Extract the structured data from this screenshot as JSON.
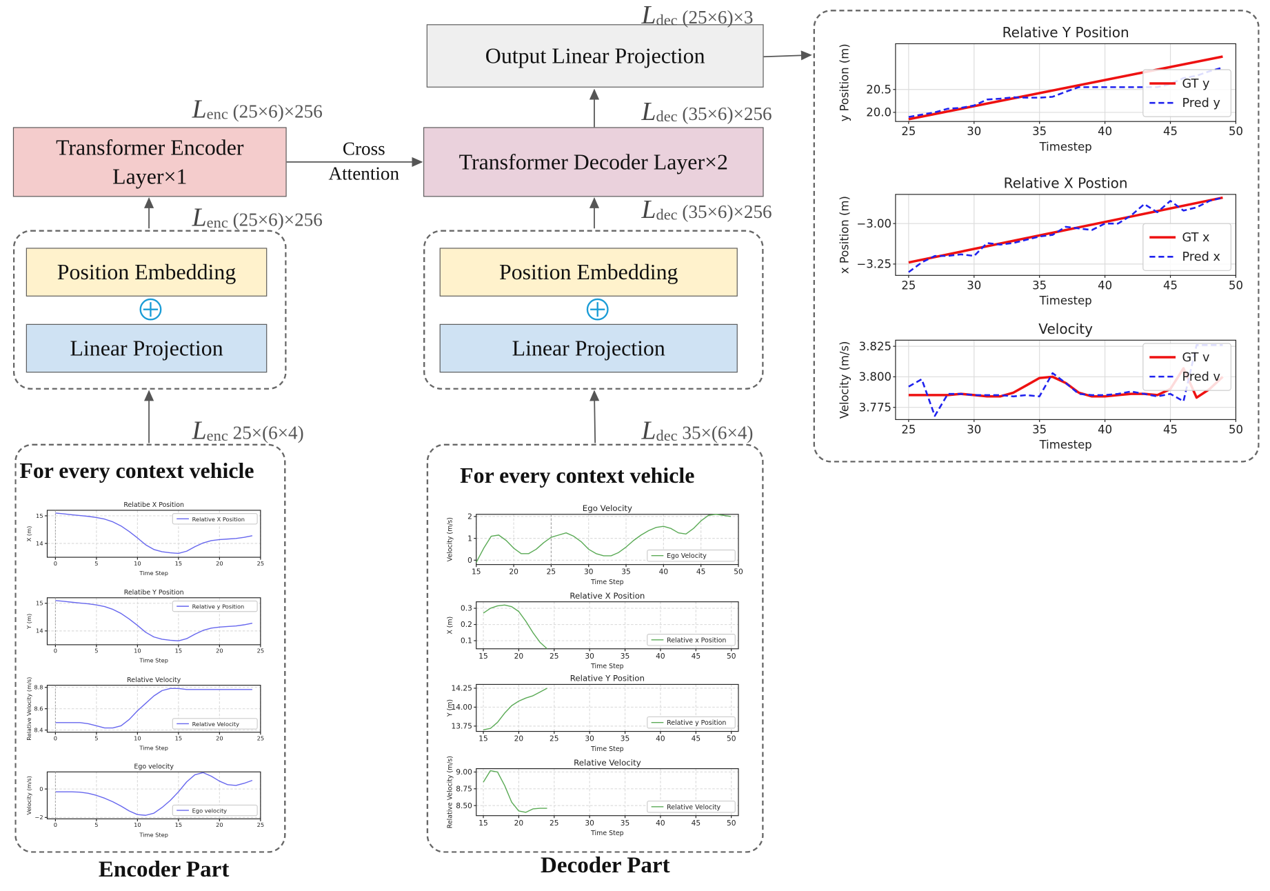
{
  "encoder": {
    "layer_label": "Transformer Encoder Layer×1",
    "position_embedding": "Position Embedding",
    "linear_projection": "Linear Projection",
    "dim_out": "(25×6)×256",
    "dim_in": "(25×6)×256",
    "dim_input": "25×(6×4)",
    "context_heading": "For  every context vehicle",
    "caption": "Encoder Part"
  },
  "decoder": {
    "layer_label": "Transformer Decoder Layer×2",
    "position_embedding": "Position Embedding",
    "linear_projection": "Linear Projection",
    "output_projection": "Output Linear Projection",
    "dim_output": "(25×6)×3",
    "dim_out": "(35×6)×256",
    "dim_in": "(35×6)×256",
    "dim_input": "35×(6×4)",
    "context_heading": "For  every context vehicle",
    "caption": "Decoder Part"
  },
  "cross_attention": "Cross Attention",
  "symbols": {
    "L": "L",
    "enc": "enc",
    "dec": "dec"
  },
  "colors": {
    "encoder_layer": "#f4cccc",
    "decoder_layer": "#ead1dc",
    "output_projection": "#efefef",
    "position_embedding": "#fff2cc",
    "linear_projection": "#cfe2f3",
    "plus": "#1a9cd6",
    "small_line_blue": "#6666ee",
    "small_line_green": "#5aaa55",
    "gt": "#ee1111",
    "pred": "#1f22ee"
  },
  "chart_data": [
    {
      "id": "enc1",
      "type": "line",
      "title": "Relatibe X Position",
      "xlabel": "Time Step",
      "ylabel": "X (m)",
      "xlim": [
        -1,
        25
      ],
      "ylim": [
        13.5,
        15.2
      ],
      "xticks": [
        0,
        5,
        10,
        15,
        20,
        25
      ],
      "yticks": [
        14,
        15
      ],
      "series": [
        {
          "name": "Relative X Position",
          "x": [
            0,
            1,
            2,
            3,
            4,
            5,
            6,
            7,
            8,
            9,
            10,
            11,
            12,
            13,
            14,
            15,
            16,
            17,
            18,
            19,
            20,
            21,
            22,
            23,
            24
          ],
          "y": [
            15.1,
            15.07,
            15.04,
            15.01,
            14.98,
            14.94,
            14.88,
            14.78,
            14.63,
            14.43,
            14.2,
            13.95,
            13.78,
            13.7,
            13.66,
            13.64,
            13.72,
            13.88,
            14.02,
            14.1,
            14.14,
            14.16,
            14.18,
            14.22,
            14.28
          ]
        }
      ],
      "legend": "top-right"
    },
    {
      "id": "enc2",
      "type": "line",
      "title": "Relatibe Y Position",
      "xlabel": "Time Step",
      "ylabel": "Y (m)",
      "xlim": [
        -1,
        25
      ],
      "ylim": [
        13.5,
        15.2
      ],
      "xticks": [
        0,
        5,
        10,
        15,
        20,
        25
      ],
      "yticks": [
        14,
        15
      ],
      "series": [
        {
          "name": "Relative y Position",
          "x": [
            0,
            1,
            2,
            3,
            4,
            5,
            6,
            7,
            8,
            9,
            10,
            11,
            12,
            13,
            14,
            15,
            16,
            17,
            18,
            19,
            20,
            21,
            22,
            23,
            24
          ],
          "y": [
            15.1,
            15.07,
            15.04,
            15.01,
            14.98,
            14.94,
            14.88,
            14.78,
            14.63,
            14.43,
            14.2,
            13.95,
            13.78,
            13.7,
            13.66,
            13.64,
            13.72,
            13.88,
            14.02,
            14.1,
            14.14,
            14.16,
            14.18,
            14.22,
            14.28
          ]
        }
      ],
      "legend": "top-right"
    },
    {
      "id": "enc3",
      "type": "line",
      "title": "Relative Velocity",
      "xlabel": "Time Step",
      "ylabel": "Relative Velocity (m/s)",
      "xlim": [
        -1,
        25
      ],
      "ylim": [
        8.38,
        8.82
      ],
      "xticks": [
        0,
        5,
        10,
        15,
        20,
        25
      ],
      "yticks": [
        8.4,
        8.6,
        8.8
      ],
      "series": [
        {
          "name": "Relative Velocity",
          "x": [
            0,
            1,
            2,
            3,
            4,
            5,
            6,
            7,
            8,
            9,
            10,
            11,
            12,
            13,
            14,
            15,
            16,
            17,
            18,
            19,
            20,
            21,
            22,
            23,
            24
          ],
          "y": [
            8.47,
            8.47,
            8.47,
            8.47,
            8.46,
            8.44,
            8.42,
            8.42,
            8.44,
            8.5,
            8.58,
            8.65,
            8.72,
            8.77,
            8.79,
            8.79,
            8.78,
            8.78,
            8.78,
            8.78,
            8.78,
            8.78,
            8.78,
            8.78,
            8.78
          ]
        }
      ],
      "legend": "bottom-right"
    },
    {
      "id": "enc4",
      "type": "line",
      "title": "Ego velocity",
      "xlabel": "Time Step",
      "ylabel": "Velocity (m/s)",
      "xlim": [
        -1,
        25
      ],
      "ylim": [
        -2.1,
        1.2
      ],
      "xticks": [
        0,
        5,
        10,
        15,
        20,
        25
      ],
      "yticks": [
        -2,
        0
      ],
      "series": [
        {
          "name": "Ego velocity",
          "x": [
            0,
            1,
            2,
            3,
            4,
            5,
            6,
            7,
            8,
            9,
            10,
            11,
            12,
            13,
            14,
            15,
            16,
            17,
            18,
            19,
            20,
            21,
            22,
            23,
            24
          ],
          "y": [
            -0.2,
            -0.2,
            -0.2,
            -0.22,
            -0.3,
            -0.45,
            -0.65,
            -0.9,
            -1.2,
            -1.55,
            -1.8,
            -1.85,
            -1.7,
            -1.3,
            -0.8,
            -0.2,
            0.5,
            1.0,
            1.15,
            0.9,
            0.55,
            0.3,
            0.25,
            0.4,
            0.6
          ]
        }
      ],
      "legend": "bottom-right"
    },
    {
      "id": "dec1",
      "type": "line",
      "title": "Ego Velocity",
      "xlabel": "Time Step",
      "ylabel": "Velocity (m/s)",
      "xlim": [
        15,
        50
      ],
      "ylim": [
        -0.2,
        2.1
      ],
      "xticks": [
        15,
        20,
        25,
        30,
        35,
        40,
        45,
        50
      ],
      "yticks": [
        0,
        1,
        2
      ],
      "series": [
        {
          "name": "Ego Velocity",
          "x": [
            15,
            16,
            17,
            18,
            19,
            20,
            21,
            22,
            23,
            24,
            25,
            26,
            27,
            28,
            29,
            30,
            31,
            32,
            33,
            34,
            35,
            36,
            37,
            38,
            39,
            40,
            41,
            42,
            43,
            44,
            45,
            46,
            47,
            48,
            49
          ],
          "y": [
            -0.1,
            0.55,
            1.1,
            1.15,
            0.9,
            0.55,
            0.3,
            0.3,
            0.5,
            0.8,
            1.05,
            1.15,
            1.25,
            1.1,
            0.85,
            0.5,
            0.3,
            0.2,
            0.2,
            0.35,
            0.6,
            0.9,
            1.15,
            1.35,
            1.5,
            1.55,
            1.45,
            1.25,
            1.2,
            1.45,
            1.8,
            2.05,
            2.1,
            2.05,
            2.0
          ]
        }
      ],
      "legend": "bottom-right"
    },
    {
      "id": "dec2",
      "type": "line",
      "title": "Relative X Position",
      "xlabel": "Time Step",
      "ylabel": "X (m)",
      "xlim": [
        14,
        51
      ],
      "ylim": [
        0.05,
        0.34
      ],
      "xticks": [
        15,
        20,
        25,
        30,
        35,
        40,
        45,
        50
      ],
      "yticks": [
        0.1,
        0.2,
        0.3
      ],
      "series": [
        {
          "name": "Relative x Position",
          "x": [
            15,
            16,
            17,
            18,
            19,
            20,
            21,
            22,
            23,
            24
          ],
          "y": [
            0.27,
            0.3,
            0.315,
            0.32,
            0.31,
            0.28,
            0.22,
            0.15,
            0.09,
            0.05
          ]
        }
      ],
      "legend": "bottom-right"
    },
    {
      "id": "dec3",
      "type": "line",
      "title": "Relative Y Position",
      "xlabel": "Time Step",
      "ylabel": "Y (m)",
      "xlim": [
        14,
        51
      ],
      "ylim": [
        13.68,
        14.3
      ],
      "xticks": [
        15,
        20,
        25,
        30,
        35,
        40,
        45,
        50
      ],
      "yticks": [
        13.75,
        14.0,
        14.25
      ],
      "series": [
        {
          "name": "Relative y Position",
          "x": [
            15,
            16,
            17,
            18,
            19,
            20,
            21,
            22,
            23,
            24
          ],
          "y": [
            13.7,
            13.72,
            13.8,
            13.92,
            14.02,
            14.08,
            14.12,
            14.15,
            14.2,
            14.25
          ]
        }
      ],
      "legend": "bottom-right"
    },
    {
      "id": "dec4",
      "type": "line",
      "title": "Relative Velocity",
      "xlabel": "Time Step",
      "ylabel": "Relative Velocity (m/s)",
      "xlim": [
        14,
        51
      ],
      "ylim": [
        8.35,
        9.05
      ],
      "xticks": [
        15,
        20,
        25,
        30,
        35,
        40,
        45,
        50
      ],
      "yticks": [
        8.5,
        8.75,
        9.0
      ],
      "series": [
        {
          "name": "Relative Velocity",
          "x": [
            15,
            16,
            17,
            18,
            19,
            20,
            21,
            22,
            23,
            24
          ],
          "y": [
            8.85,
            9.02,
            9.0,
            8.8,
            8.55,
            8.42,
            8.4,
            8.45,
            8.46,
            8.46
          ]
        }
      ],
      "legend": "bottom-right"
    },
    {
      "id": "big1",
      "type": "line",
      "title": "Relative Y Position",
      "xlabel": "Timestep",
      "ylabel": "y Position (m)",
      "xlim": [
        24,
        50
      ],
      "ylim": [
        19.8,
        21.5
      ],
      "xticks": [
        25,
        30,
        35,
        40,
        45,
        50
      ],
      "yticks": [
        20.0,
        20.5
      ],
      "series": [
        {
          "name": "GT y",
          "style": "solid",
          "x": [
            25,
            49
          ],
          "y": [
            19.85,
            21.22
          ]
        },
        {
          "name": "Pred y",
          "style": "dashed",
          "x": [
            25,
            26,
            27,
            28,
            29,
            30,
            31,
            32,
            33,
            34,
            35,
            36,
            37,
            38,
            39,
            40,
            41,
            42,
            43,
            44,
            45,
            46,
            47,
            48,
            49
          ],
          "y": [
            19.9,
            19.95,
            20.0,
            20.08,
            20.1,
            20.15,
            20.28,
            20.3,
            20.33,
            20.32,
            20.32,
            20.34,
            20.45,
            20.55,
            20.55,
            20.55,
            20.55,
            20.55,
            20.55,
            20.55,
            20.62,
            20.75,
            20.8,
            20.9,
            20.98
          ]
        }
      ],
      "legend": "lower-right"
    },
    {
      "id": "big2",
      "type": "line",
      "title": "Relative X Postion",
      "xlabel": "Timestep",
      "ylabel": "x Position (m)",
      "xlim": [
        24,
        50
      ],
      "ylim": [
        -3.32,
        -2.82
      ],
      "xticks": [
        25,
        30,
        35,
        40,
        45,
        50
      ],
      "yticks": [
        -3.0,
        -3.25
      ],
      "series": [
        {
          "name": "GT x",
          "style": "solid",
          "x": [
            25,
            49
          ],
          "y": [
            -3.24,
            -2.84
          ]
        },
        {
          "name": "Pred x",
          "style": "dashed",
          "x": [
            25,
            26,
            27,
            28,
            29,
            30,
            31,
            32,
            33,
            34,
            35,
            36,
            37,
            38,
            39,
            40,
            41,
            42,
            43,
            44,
            45,
            46,
            47,
            48,
            49
          ],
          "y": [
            -3.3,
            -3.24,
            -3.2,
            -3.2,
            -3.19,
            -3.2,
            -3.12,
            -3.13,
            -3.12,
            -3.1,
            -3.08,
            -3.07,
            -3.02,
            -3.03,
            -3.04,
            -3.0,
            -3.0,
            -2.95,
            -2.88,
            -2.93,
            -2.86,
            -2.92,
            -2.9,
            -2.86,
            -2.84
          ]
        }
      ],
      "legend": "lower-right"
    },
    {
      "id": "big3",
      "type": "line",
      "title": "Velocity",
      "xlabel": "Timestep",
      "ylabel": "Velocity (m/s)",
      "xlim": [
        24,
        50
      ],
      "ylim": [
        3.765,
        3.83
      ],
      "xticks": [
        25,
        30,
        35,
        40,
        45,
        50
      ],
      "yticks": [
        3.775,
        3.8,
        3.825
      ],
      "series": [
        {
          "name": "GT v",
          "style": "solid",
          "x": [
            25,
            26,
            27,
            28,
            29,
            30,
            31,
            32,
            33,
            34,
            35,
            36,
            37,
            38,
            39,
            40,
            41,
            42,
            43,
            44,
            45,
            46,
            47,
            48,
            49
          ],
          "y": [
            3.785,
            3.785,
            3.785,
            3.785,
            3.786,
            3.785,
            3.784,
            3.784,
            3.787,
            3.793,
            3.799,
            3.8,
            3.795,
            3.787,
            3.784,
            3.784,
            3.785,
            3.786,
            3.786,
            3.785,
            3.79,
            3.807,
            3.783,
            3.79,
            3.8
          ]
        },
        {
          "name": "Pred v",
          "style": "dashed",
          "x": [
            25,
            26,
            27,
            28,
            29,
            30,
            31,
            32,
            33,
            34,
            35,
            36,
            37,
            38,
            39,
            40,
            41,
            42,
            43,
            44,
            45,
            46,
            47,
            48,
            49
          ],
          "y": [
            3.792,
            3.798,
            3.768,
            3.786,
            3.786,
            3.785,
            3.785,
            3.785,
            3.784,
            3.785,
            3.784,
            3.803,
            3.795,
            3.786,
            3.785,
            3.785,
            3.786,
            3.788,
            3.786,
            3.784,
            3.786,
            3.78,
            3.826,
            3.826,
            3.826
          ]
        }
      ],
      "legend": "upper-right"
    }
  ]
}
